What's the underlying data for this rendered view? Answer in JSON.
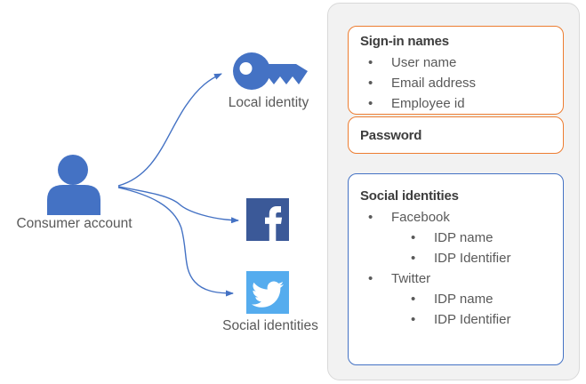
{
  "colors": {
    "accent_blue": "#4472C4",
    "facebook_blue": "#3B5998",
    "twitter_blue": "#55ACEE",
    "orange_border": "#ED7D31",
    "panel_background": "#F2F2F2",
    "text_gray": "#595959"
  },
  "icons": {
    "consumer_account": "person-icon",
    "local_identity": "key-icon",
    "facebook": "facebook-f-icon",
    "twitter": "twitter-bird-icon"
  },
  "diagram": {
    "consumer_account_label": "Consumer account",
    "local_identity_label": "Local identity",
    "social_identities_label": "Social identities"
  },
  "panel": {
    "signin_box": {
      "title": "Sign-in names",
      "items": [
        "User name",
        "Email address",
        "Employee id"
      ]
    },
    "password_box": {
      "title": "Password"
    },
    "social_box": {
      "title": "Social identities",
      "providers": [
        {
          "name": "Facebook",
          "attrs": [
            "IDP name",
            "IDP Identifier"
          ]
        },
        {
          "name": "Twitter",
          "attrs": [
            "IDP name",
            "IDP Identifier"
          ]
        }
      ]
    }
  }
}
